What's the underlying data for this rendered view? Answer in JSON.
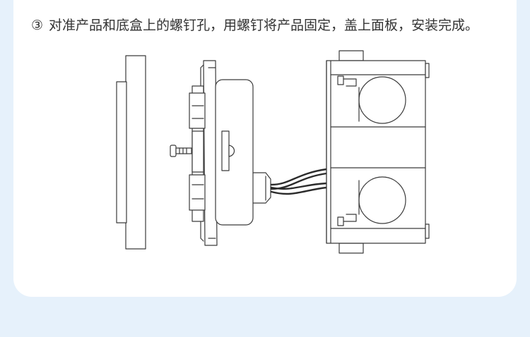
{
  "instruction": {
    "step_number": "③",
    "text": "对准产品和底盒上的螺钉孔，用螺钉将产品固定，盖上面板，安装完成。"
  },
  "colors": {
    "background": "#e6f1fb",
    "card": "#ffffff",
    "line": "#3b3b3b",
    "text": "#333333"
  },
  "diagram_parts": [
    "cover-panel",
    "switch-module",
    "screw",
    "wires",
    "wall-box"
  ]
}
